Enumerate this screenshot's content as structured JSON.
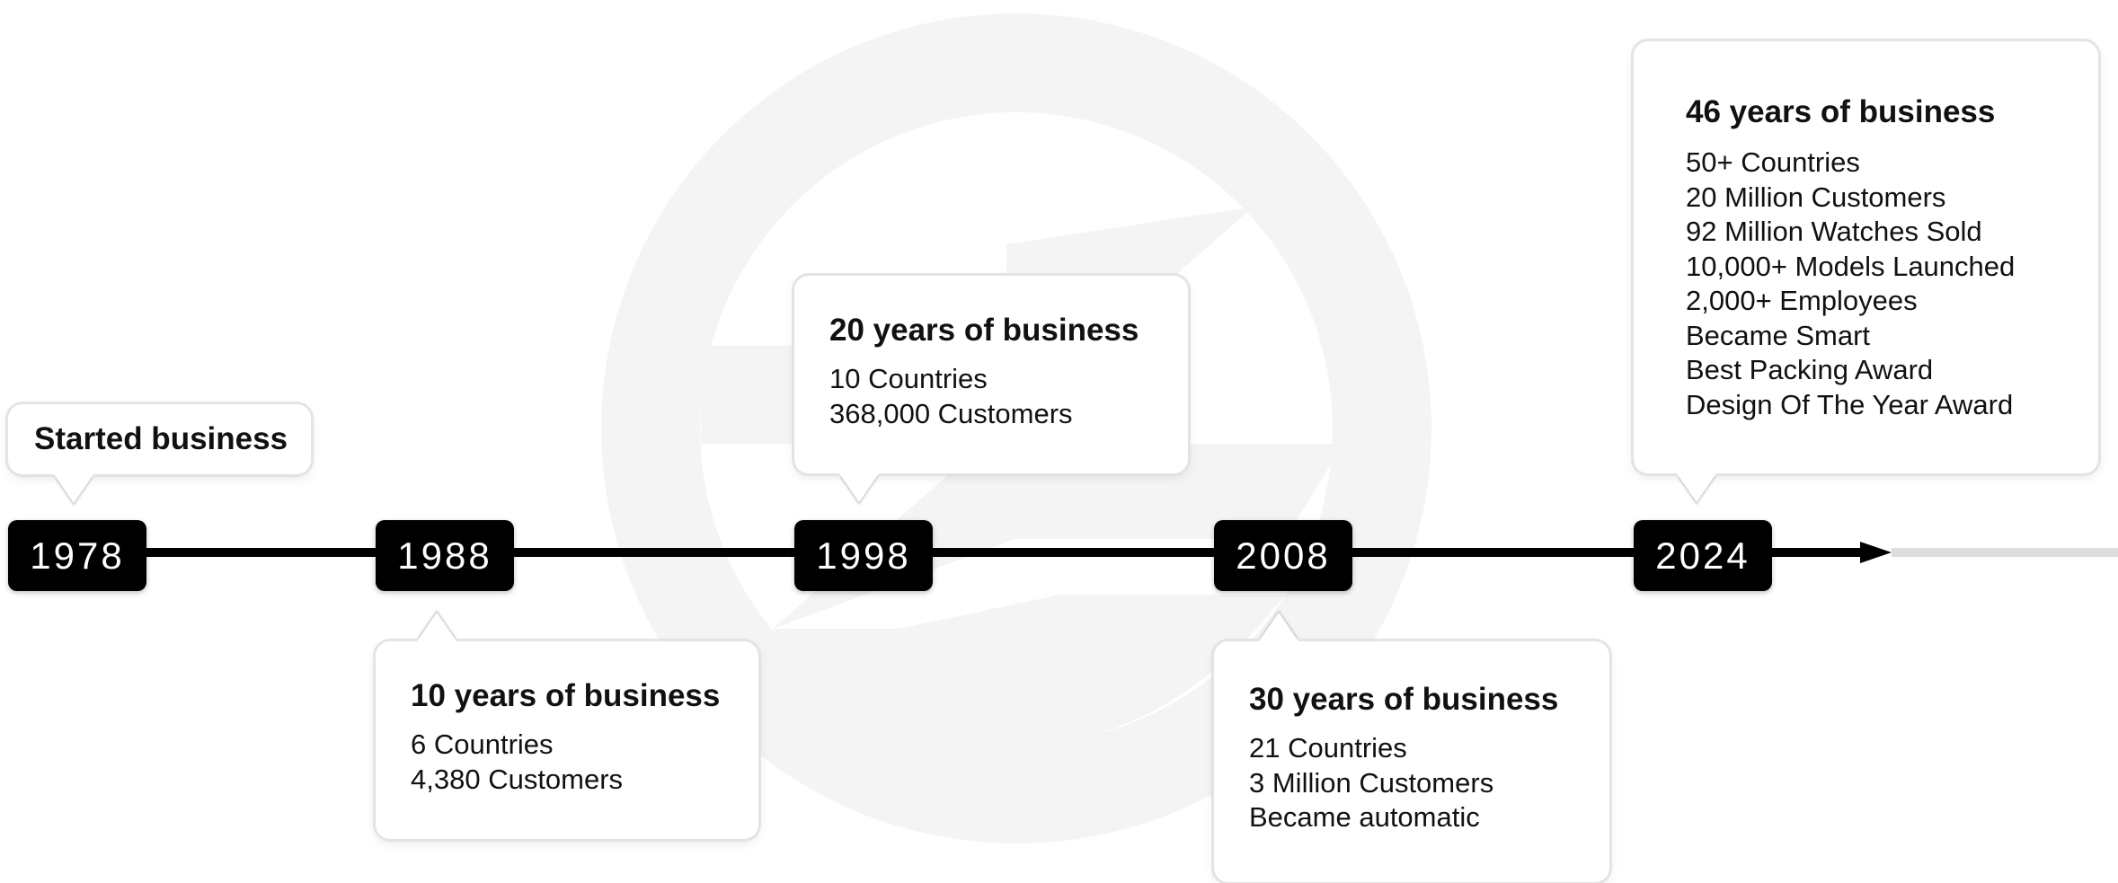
{
  "colors": {
    "badge": "#000000",
    "badge_text": "#ffffff",
    "line": "#000000",
    "line_faded": "#dddddd",
    "watermark": "#f4f4f4",
    "card_border": "#e1e1e1"
  },
  "milestones": [
    {
      "year": "1978",
      "title": "Started business",
      "lines": [],
      "callout_side": "top"
    },
    {
      "year": "1988",
      "title": "10 years of business",
      "lines": [
        "6 Countries",
        "4,380 Customers"
      ],
      "callout_side": "bottom"
    },
    {
      "year": "1998",
      "title": "20 years of business",
      "lines": [
        "10 Countries",
        "368,000 Customers"
      ],
      "callout_side": "top"
    },
    {
      "year": "2008",
      "title": "30 years of business",
      "lines": [
        "21 Countries",
        "3 Million Customers",
        "Became automatic"
      ],
      "callout_side": "bottom"
    },
    {
      "year": "2024",
      "title": "46 years of business",
      "lines": [
        "50+ Countries",
        "20 Million Customers",
        "92 Million Watches Sold",
        "10,000+ Models Launched",
        "2,000+ Employees",
        "Became Smart",
        "Best Packing Award",
        "Design Of The Year Award"
      ],
      "callout_side": "top"
    }
  ]
}
